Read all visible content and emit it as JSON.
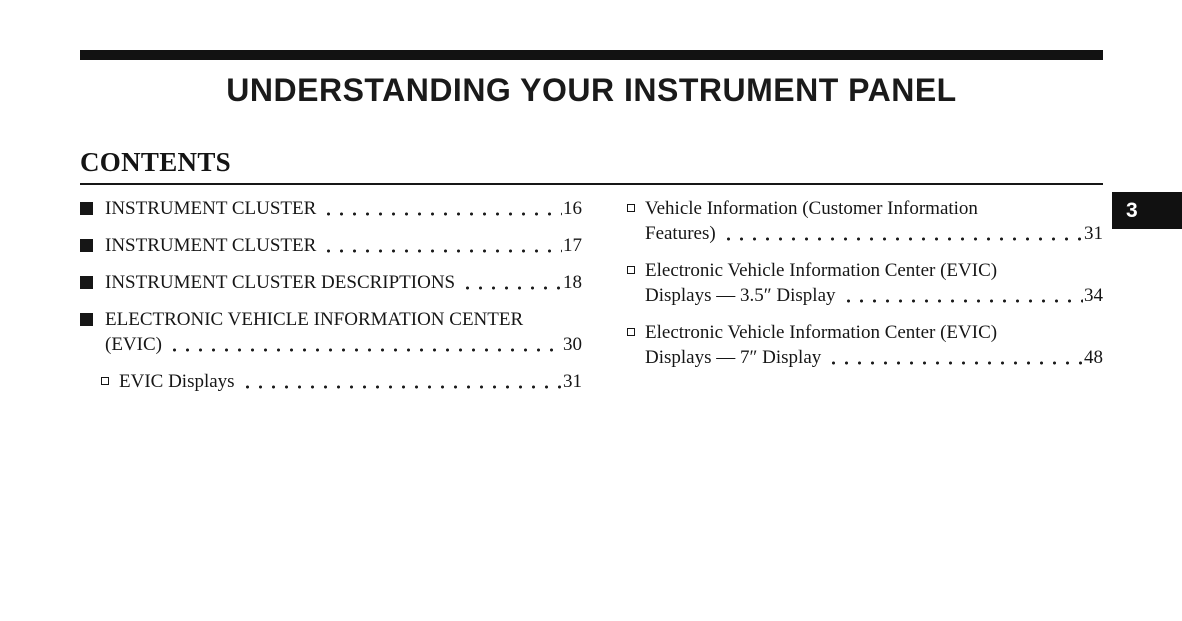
{
  "page": {
    "title": "UNDERSTANDING YOUR INSTRUMENT PANEL",
    "contents_heading": "CONTENTS",
    "chapter_number": "3"
  },
  "colors": {
    "ink": "#161616",
    "background": "#ffffff",
    "chapter_tab_bg": "#111111",
    "chapter_tab_text": "#ffffff"
  },
  "toc": {
    "left": [
      {
        "bullet": "filled-square",
        "lines": [
          "INSTRUMENT CLUSTER"
        ],
        "page": "16"
      },
      {
        "bullet": "filled-square",
        "lines": [
          "INSTRUMENT CLUSTER"
        ],
        "page": "17"
      },
      {
        "bullet": "filled-square",
        "lines": [
          "INSTRUMENT CLUSTER DESCRIPTIONS"
        ],
        "page": "18"
      },
      {
        "bullet": "filled-square",
        "lines": [
          "ELECTRONIC VEHICLE INFORMATION CENTER",
          "(EVIC)"
        ],
        "page": "30"
      },
      {
        "bullet": "hollow-square",
        "lines": [
          "EVIC Displays"
        ],
        "page": "31"
      }
    ],
    "right": [
      {
        "bullet": "hollow-square",
        "lines": [
          "Vehicle Information (Customer Information",
          "Features)"
        ],
        "page": "31"
      },
      {
        "bullet": "hollow-square",
        "lines": [
          "Electronic Vehicle Information Center (EVIC)",
          "Displays — 3.5″ Display"
        ],
        "page": "34"
      },
      {
        "bullet": "hollow-square",
        "lines": [
          "Electronic Vehicle Information Center (EVIC)",
          "Displays — 7″ Display"
        ],
        "page": "48"
      }
    ]
  }
}
